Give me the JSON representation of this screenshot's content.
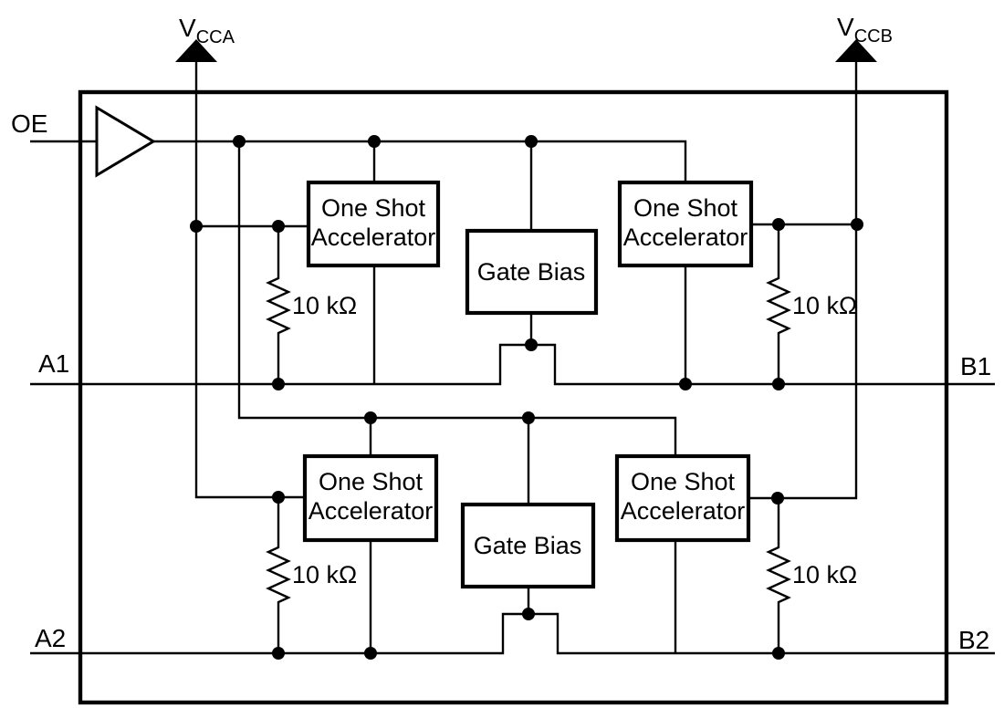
{
  "diagram": {
    "description": "Two-channel voltage level translator functional block diagram",
    "background_color": "#ffffff",
    "line_color": "#000000",
    "ports": {
      "oe": "OE",
      "a1": "A1",
      "a2": "A2",
      "b1": "B1",
      "b2": "B2"
    },
    "power": {
      "vcca": {
        "label": "V",
        "subscript": "CCA"
      },
      "vccb": {
        "label": "V",
        "subscript": "CCB"
      }
    },
    "blocks": {
      "one_shot": {
        "line1": "One Shot",
        "line2": "Accelerator",
        "count": 4
      },
      "gate_bias": {
        "label": "Gate Bias",
        "count": 2
      }
    },
    "resistors": {
      "value": "10 kΩ",
      "count": 4
    }
  }
}
